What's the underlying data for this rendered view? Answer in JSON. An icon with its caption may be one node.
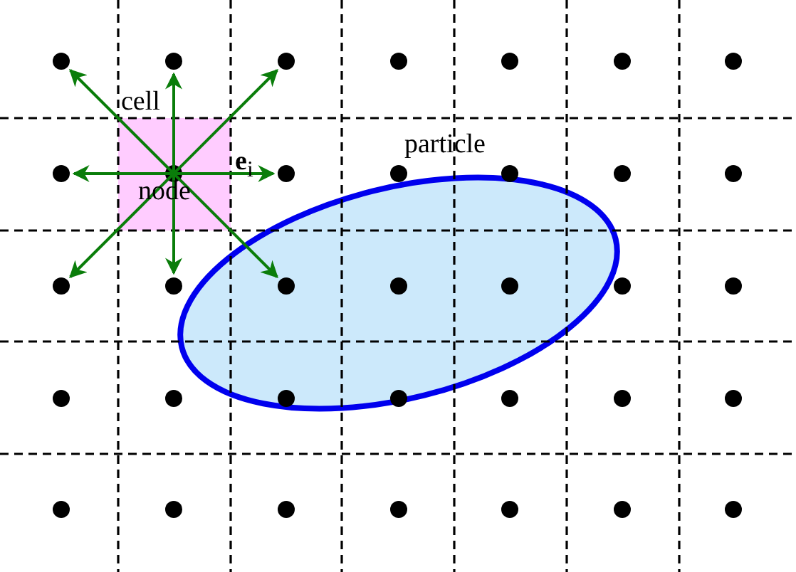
{
  "diagram": {
    "labels": [
      "cell",
      "**e**$_{i}$",
      "node",
      "particle"
    ]
  }
}
